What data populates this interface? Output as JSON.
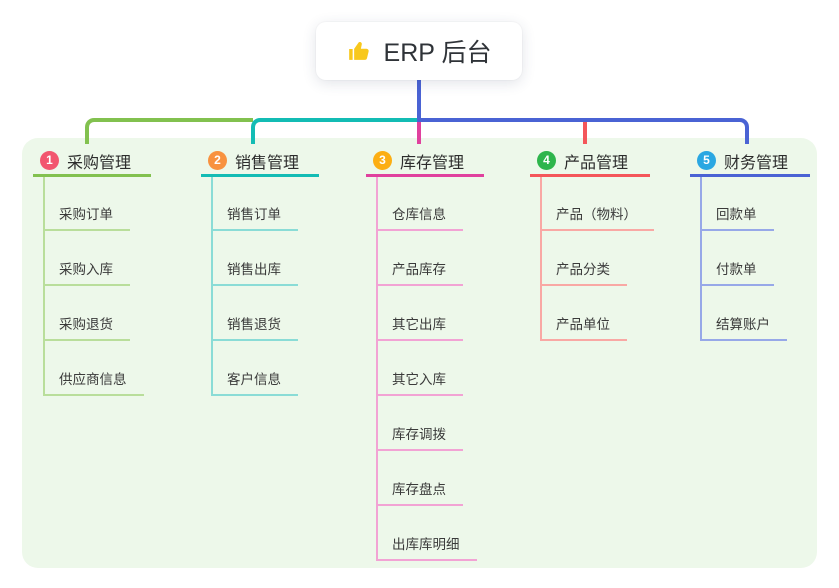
{
  "root": {
    "label": "ERP 后台",
    "icon": "thumbs-up",
    "icon_color": "#f8c81c",
    "stem_color": "#4a63d4"
  },
  "panel": {
    "background": "#edf8ea"
  },
  "branches": [
    {
      "badge": "1",
      "badge_color": "#f2566e",
      "label": "采购管理",
      "color": "#82c14f",
      "light_color": "#b9de9b",
      "children": [
        "采购订单",
        "采购入库",
        "采购退货",
        "供应商信息"
      ]
    },
    {
      "badge": "2",
      "badge_color": "#f8923f",
      "label": "销售管理",
      "color": "#13bcb4",
      "light_color": "#8adcd6",
      "children": [
        "销售订单",
        "销售出库",
        "销售退货",
        "客户信息"
      ]
    },
    {
      "badge": "3",
      "badge_color": "#fcae13",
      "label": "库存管理",
      "color": "#e0419e",
      "light_color": "#f2a3d4",
      "children": [
        "仓库信息",
        "产品库存",
        "其它出库",
        "其它入库",
        "库存调拨",
        "库存盘点",
        "出库库明细"
      ]
    },
    {
      "badge": "4",
      "badge_color": "#2eb54c",
      "label": "产品管理",
      "color": "#f4565a",
      "light_color": "#f9a8a4",
      "children": [
        "产品（物料）",
        "产品分类",
        "产品单位"
      ]
    },
    {
      "badge": "5",
      "badge_color": "#2aa7e2",
      "label": "财务管理",
      "color": "#4a63d4",
      "light_color": "#97a8e8",
      "children": [
        "回款单",
        "付款单",
        "结算账户"
      ]
    }
  ]
}
